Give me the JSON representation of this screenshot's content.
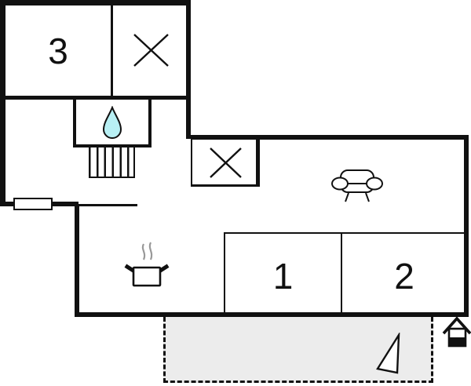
{
  "plan": {
    "type": "floor-plan",
    "rooms": [
      {
        "name": "room-3",
        "label": "3"
      },
      {
        "name": "room-1",
        "label": "1"
      },
      {
        "name": "room-2",
        "label": "2"
      }
    ],
    "symbols": [
      "window-cross-icon-upper",
      "window-cross-icon-storage",
      "water-drop-icon",
      "stairs-icon",
      "sofa-icon",
      "cooking-pot-icon",
      "north-triangle-icon",
      "entrance-house-icon",
      "window-marker"
    ],
    "areas": [
      "upper-block",
      "main-living-area",
      "terrace"
    ]
  },
  "colors": {
    "wall": "#111111",
    "water_drop": "#b8f0f4",
    "terrace_fill": "#ececec",
    "steam": "#999999",
    "background": "#ffffff"
  }
}
